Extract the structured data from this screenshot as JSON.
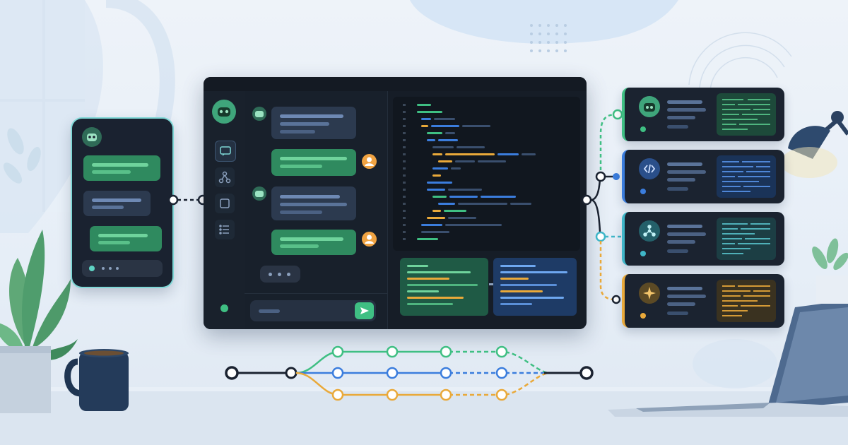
{
  "scene": {
    "colors": {
      "background": "#eef3f9",
      "window_dark": "#161d27",
      "panel_dark": "#1f2835",
      "accent_green": "#3fbf83",
      "accent_blue": "#3b7ddd",
      "accent_teal": "#3fb6c8",
      "accent_orange": "#e9a93a",
      "accent_purple": "#7a6cf0",
      "desk": "#dde6f0"
    },
    "icons": {
      "bot": "robot-icon",
      "chat": "chat-bubble-icon",
      "branch": "network-icon",
      "square": "square-icon",
      "list": "list-icon",
      "user": "user-avatar-icon",
      "send": "send-icon",
      "code": "code-brackets-icon",
      "share": "share-nodes-icon",
      "star": "sparkle-icon",
      "lamp": "desk-lamp-icon",
      "mug": "coffee-mug-icon",
      "laptop": "laptop-icon",
      "plant": "plant-icon"
    },
    "agent_cards": [
      {
        "name": "agent-card-bot",
        "accent": "#3fbf83",
        "icon": "robot-icon"
      },
      {
        "name": "agent-card-code",
        "accent": "#3b7ddd",
        "icon": "code-brackets-icon"
      },
      {
        "name": "agent-card-network",
        "accent": "#3fb6c8",
        "icon": "share-nodes-icon"
      },
      {
        "name": "agent-card-sparkle",
        "accent": "#e9a93a",
        "icon": "sparkle-icon"
      }
    ],
    "pipeline_lanes": [
      {
        "color": "#3fbf83"
      },
      {
        "color": "#3b7ddd"
      },
      {
        "color": "#e9a93a"
      }
    ]
  }
}
